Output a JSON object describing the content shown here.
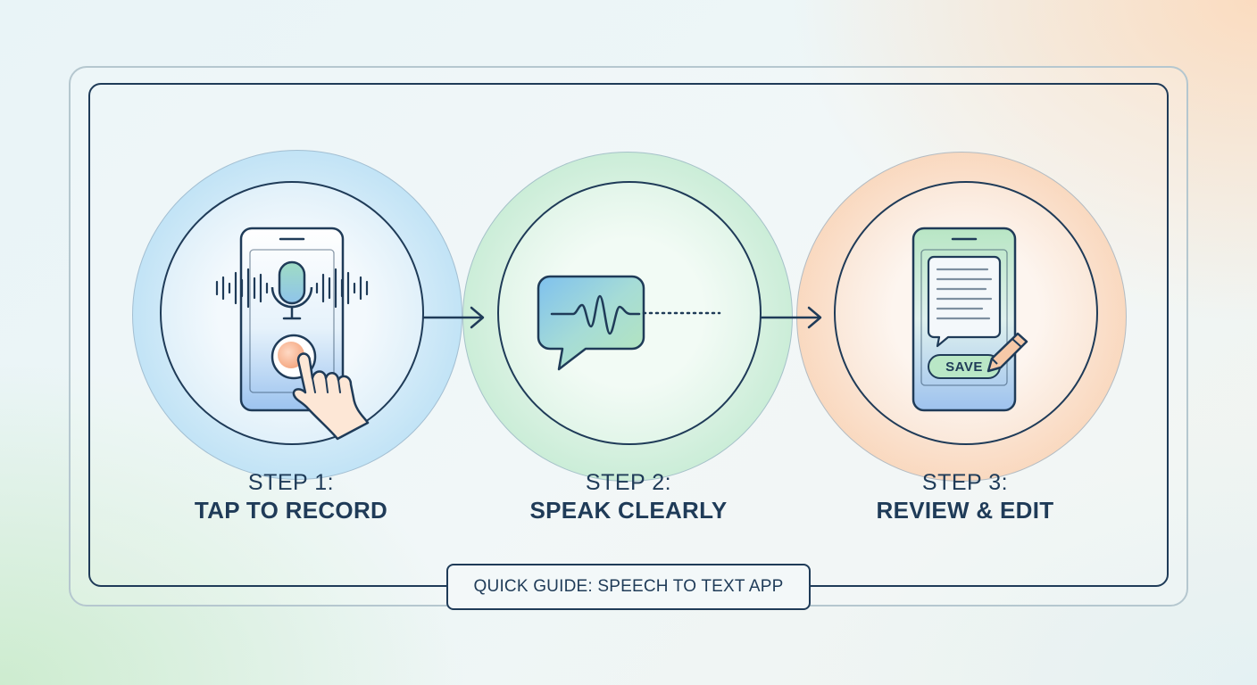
{
  "steps": [
    {
      "label": "STEP 1:",
      "title": "TAP TO RECORD",
      "icon": "phone-record-icon"
    },
    {
      "label": "STEP 2:",
      "title": "SPEAK CLEARLY",
      "icon": "speech-bubble-waveform-icon"
    },
    {
      "label": "STEP 3:",
      "title": "REVIEW & EDIT",
      "icon": "phone-document-edit-icon"
    }
  ],
  "save_label": "SAVE",
  "guide_title": "QUICK GUIDE: SPEECH TO TEXT APP",
  "colors": {
    "ink": "#1f3b58",
    "step1_accent": "#a8d8f2",
    "step2_accent": "#b5e6c8",
    "step3_accent": "#f8c9a4",
    "record_button": "#f4a27a",
    "save_button": "#b9e7c6"
  }
}
